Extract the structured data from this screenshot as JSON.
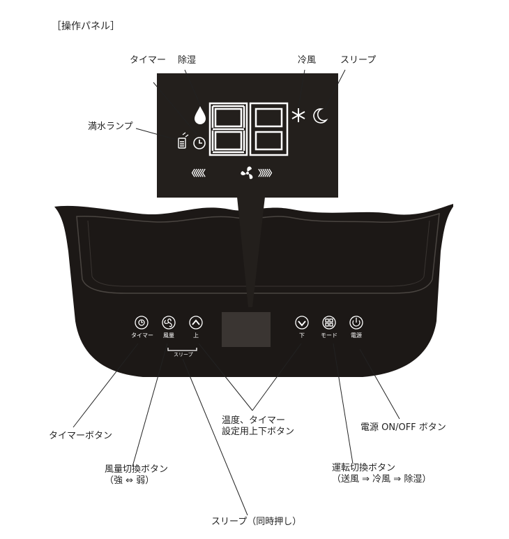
{
  "section_title": "［操作パネル］",
  "display": {
    "indicator_labels": {
      "timer": "タイマー",
      "dehumidify": "除湿",
      "cool_wind": "冷風",
      "sleep": "スリープ",
      "water_full_lamp": "満水ランプ"
    },
    "digits": "88",
    "fan_speed_arrows_left": "〈〈〈〈〈〈",
    "fan_speed_arrows_right": "〉〉〉〉〉〉"
  },
  "panel_buttons": {
    "timer": "タイマー",
    "fan_speed": "風量",
    "up": "上",
    "down": "下",
    "mode": "モード",
    "power": "電源",
    "sleep_bracket": "スリープ"
  },
  "callouts": {
    "timer_button": "タイマーボタン",
    "fan_switch_line1": "風量切換ボタン",
    "fan_switch_line2": "（強 ⇔ 弱）",
    "sleep_simultaneous": "スリープ（同時押し）",
    "temp_timer_line1": "温度、タイマー",
    "temp_timer_line2": "設定用上下ボタン",
    "mode_switch_line1": "運転切換ボタン",
    "mode_switch_line2": "（送風 ⇒ 冷風 ⇒ 除湿）",
    "power_button": "電源 ON/OFF ボタン"
  },
  "colors": {
    "display_bg": "#231f1c",
    "panel_bg": "#1c1816",
    "segment": "#ffffff",
    "line": "#222222"
  }
}
